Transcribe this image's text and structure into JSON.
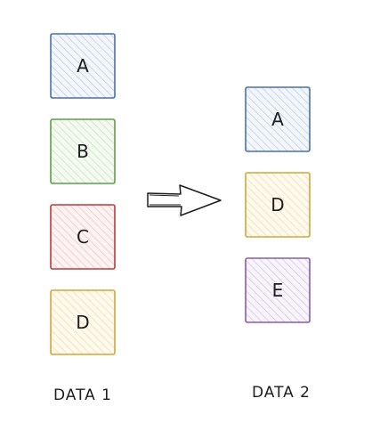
{
  "left_column": {
    "label": "DATA 1",
    "items": [
      {
        "label": "A",
        "stroke": "#4a6fb5",
        "fill": "#dbe6f6"
      },
      {
        "label": "B",
        "stroke": "#5f9e4a",
        "fill": "#e3f1dc"
      },
      {
        "label": "C",
        "stroke": "#c0393b",
        "fill": "#fbe0e0"
      },
      {
        "label": "D",
        "stroke": "#d4a63a",
        "fill": "#fbf1d6"
      }
    ]
  },
  "right_column": {
    "label": "DATA 2",
    "items": [
      {
        "label": "A",
        "stroke": "#4a6fb5",
        "fill": "#dbe6f6"
      },
      {
        "label": "D",
        "stroke": "#d4a63a",
        "fill": "#fbf1d6"
      },
      {
        "label": "E",
        "stroke": "#8a5aab",
        "fill": "#ece3f4"
      }
    ]
  },
  "arrow": {
    "icon": "right-arrow-icon",
    "stroke": "#1e1e1e"
  }
}
